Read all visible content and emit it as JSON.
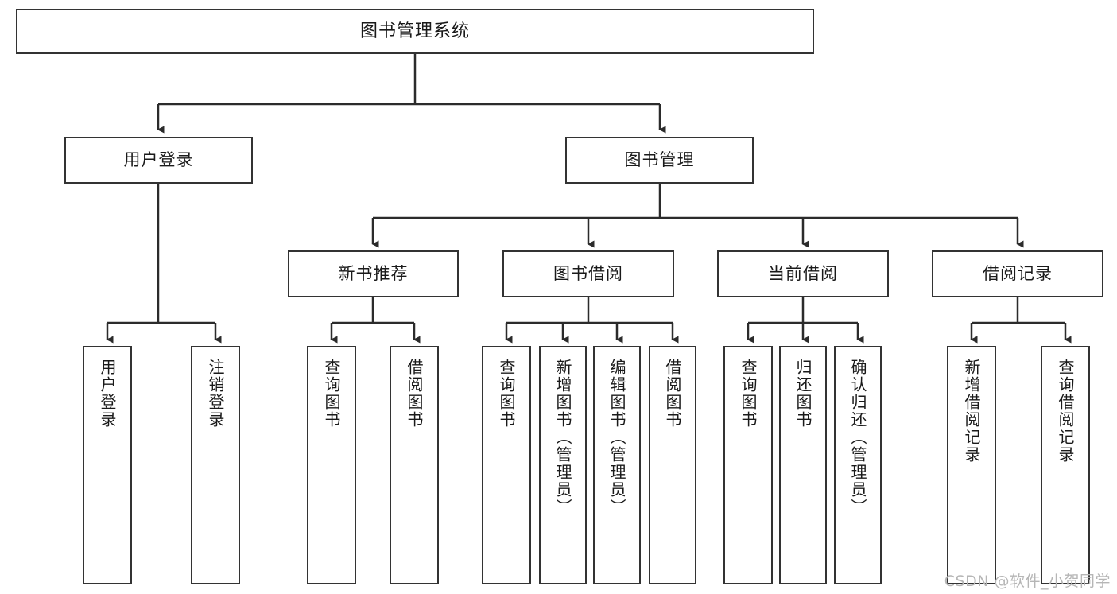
{
  "diagram": {
    "title": "图书管理系统",
    "type": "tree-hierarchy",
    "root": {
      "label": "图书管理系统"
    },
    "level2": [
      {
        "label": "用户登录"
      },
      {
        "label": "图书管理"
      }
    ],
    "level3": [
      {
        "label": "新书推荐"
      },
      {
        "label": "图书借阅"
      },
      {
        "label": "当前借阅"
      },
      {
        "label": "借阅记录"
      }
    ],
    "leaves": {
      "user_login": [
        {
          "label": "用户登录"
        },
        {
          "label": "注销登录"
        }
      ],
      "new_book_recommend": [
        {
          "label": "查询图书"
        },
        {
          "label": "借阅图书"
        }
      ],
      "book_borrow": [
        {
          "label": "查询图书"
        },
        {
          "label": "新增图书（管理员）"
        },
        {
          "label": "编辑图书（管理员）"
        },
        {
          "label": "借阅图书"
        }
      ],
      "current_borrow": [
        {
          "label": "查询图书"
        },
        {
          "label": "归还图书"
        },
        {
          "label": "确认归还（管理员）"
        }
      ],
      "borrow_record": [
        {
          "label": "新增借阅记录"
        },
        {
          "label": "查询借阅记录"
        }
      ]
    }
  },
  "watermark": {
    "text": "CSDN @软件_小贺同学"
  },
  "colors": {
    "border": "#333333",
    "line": "#2b2b2b",
    "text": "#1a1a1a",
    "background": "#ffffff",
    "watermark": "#b6b6b6"
  }
}
